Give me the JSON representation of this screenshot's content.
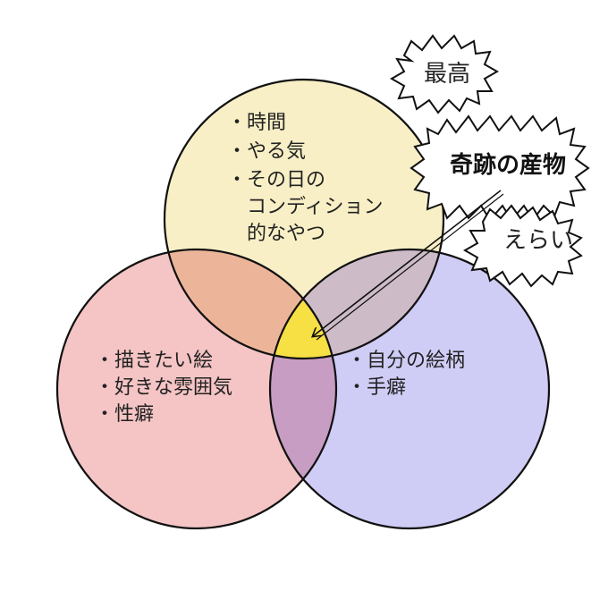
{
  "colors": {
    "top_circle": "#f8efc6",
    "left_circle": "#f5c4c4",
    "right_circle": "#cfccf5",
    "top_left_overlap": "#ecb59a",
    "top_right_overlap": "#cdbcc8",
    "left_right_overlap": "#c79dc3",
    "center": "#f7e044",
    "stroke": "#111111"
  },
  "circles": {
    "top": {
      "lines": [
        "・時間",
        "・やる気",
        "・その日の",
        "　コンディション",
        "　的なやつ"
      ]
    },
    "left": {
      "lines": [
        "・描きたい絵",
        "・好きな雰囲気",
        "・性癖"
      ]
    },
    "right": {
      "lines": [
        "・自分の絵柄",
        "・手癖"
      ]
    }
  },
  "callouts": {
    "top_bubble": "最高",
    "center_bubble": "奇跡の産物",
    "bottom_bubble": "えらい"
  },
  "icons": {
    "arrow": "arrow-icon"
  }
}
